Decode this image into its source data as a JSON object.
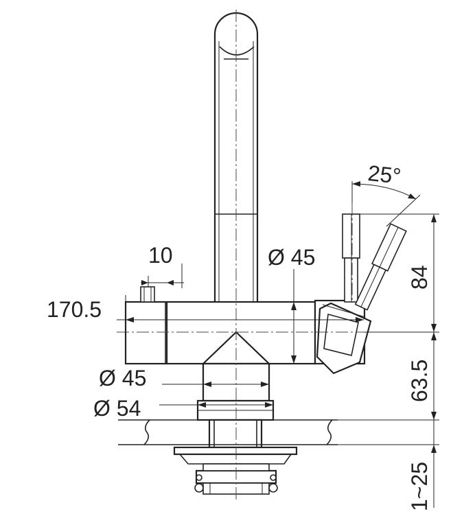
{
  "drawing": {
    "dimensions": {
      "length": "170.5",
      "nut_height": "10",
      "body_diameter": "Ø 45",
      "base_diameter": "Ø 45",
      "flange_diameter": "Ø 54",
      "lever_angle": "25°",
      "lever_height": "84",
      "base_height": "63.5",
      "mount_thickness": "1~25"
    }
  }
}
